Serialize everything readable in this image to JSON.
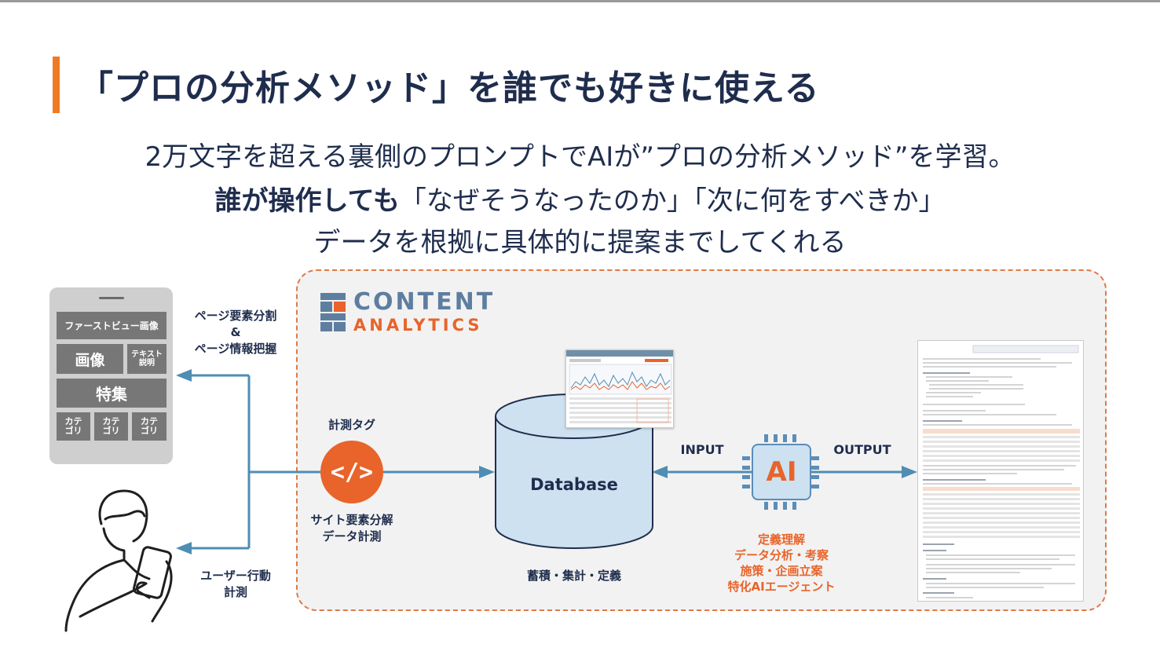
{
  "title": "「プロの分析メソッド」を誰でも好きに使える",
  "subtitle": {
    "line1": "2万文字を超える裏側のプロンプトでAIが”プロの分析メソッド”を学習。",
    "line2_bold": "誰が操作しても",
    "line2_rest": "「なぜそうなったのか」「次に何をすべきか」",
    "line3": "データを根拠に具体的に提案までしてくれる"
  },
  "phone": {
    "firstview": "ファーストビュー画像",
    "image": "画像",
    "text_desc": [
      "テキスト",
      "説明"
    ],
    "feature": "特集",
    "category": [
      "カテ",
      "ゴリ"
    ]
  },
  "labels": {
    "page_split": [
      "ページ要素分割",
      "&",
      "ページ情報把握"
    ],
    "user_action": [
      "ユーザー行動",
      "計測"
    ],
    "tag": "計測タグ",
    "site_measure": [
      "サイト要素分解",
      "データ計測"
    ],
    "database": "Database",
    "db_caption": "蓄積・集計・定義",
    "input": "INPUT",
    "output": "OUTPUT",
    "ai": "AI",
    "ai_caption": [
      "定義理解",
      "データ分析・考察",
      "施策・企画立案",
      "特化AIエージェント"
    ]
  },
  "logo": {
    "line1": "CONTENT",
    "line2": "ANALYTICS"
  },
  "colors": {
    "navy": "#1f2d4d",
    "orange": "#e8642a",
    "blue": "#4f8db3",
    "panel": "#f2f2f2"
  },
  "icons": [
    "code-icon",
    "person-phone-icon",
    "ai-chip-icon",
    "database-icon",
    "logo-icon"
  ]
}
